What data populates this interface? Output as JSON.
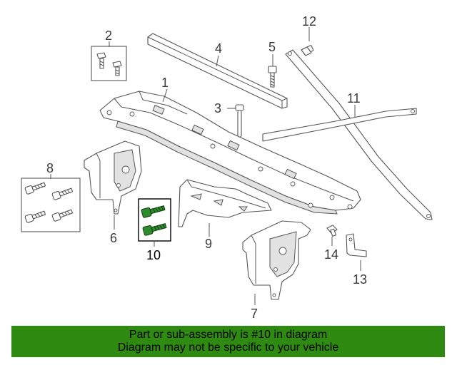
{
  "callouts": {
    "c1": "1",
    "c2": "2",
    "c3": "3",
    "c4": "4",
    "c5": "5",
    "c6": "6",
    "c7": "7",
    "c8": "8",
    "c9": "9",
    "c10": "10",
    "c11": "11",
    "c12": "12",
    "c13": "13",
    "c14": "14"
  },
  "highlight_color": "#2f8a11",
  "banner": {
    "line1": "Part or sub-assembly is #10 in diagram",
    "line2": "Diagram may not be specific to your vehicle"
  }
}
